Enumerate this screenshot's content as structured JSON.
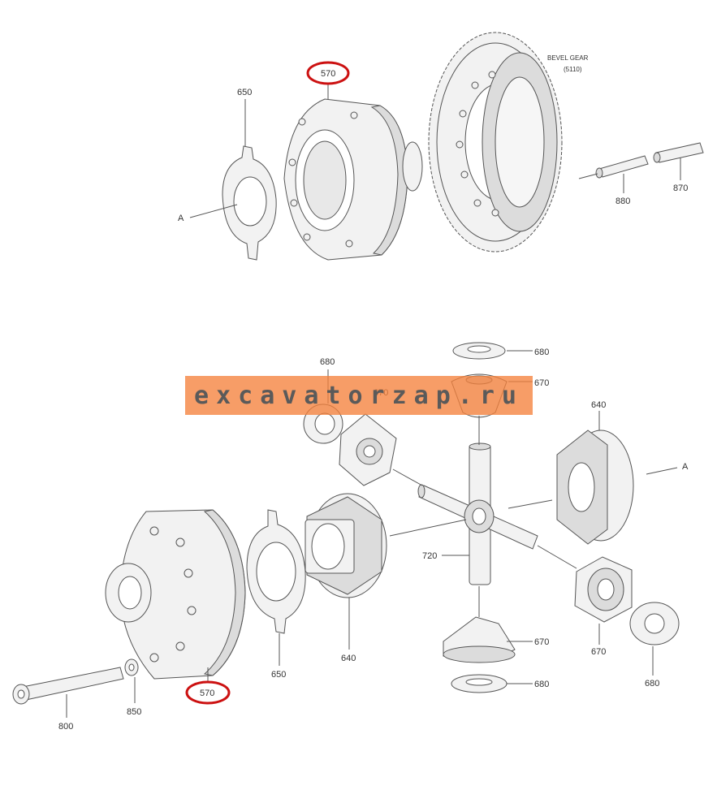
{
  "title": {
    "line1": "BEVEL GEAR",
    "line2": "(5110)"
  },
  "watermark": "excavatorzap.ru",
  "labels": {
    "top_570": "570",
    "top_650": "650",
    "top_A": "A",
    "top_880": "880",
    "top_870": "870",
    "b_680_left": "680",
    "b_670_left": "670",
    "b_680_top": "680",
    "b_670_top": "670",
    "b_640_right": "640",
    "b_A": "A",
    "b_720": "720",
    "b_670_bottom": "670",
    "b_680_bottom": "680",
    "b_670_right": "670",
    "b_680_right": "680",
    "b_640_mid": "640",
    "b_650": "650",
    "b_570": "570",
    "b_850": "850",
    "b_800": "800"
  },
  "colors": {
    "callout": "#cc1111",
    "watermark_bg": "#f5823c",
    "line": "#555555"
  }
}
